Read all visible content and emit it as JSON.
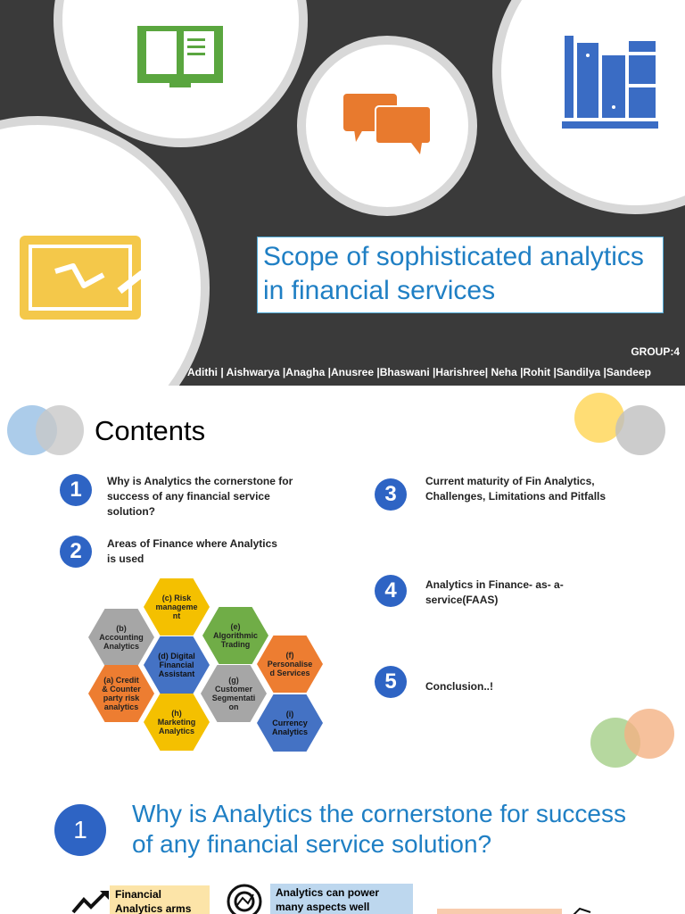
{
  "slide1": {
    "title": "Scope of sophisticated analytics in financial services",
    "group": "GROUP:4",
    "members": "Adithi | Aishwarya |Anagha |Anusree |Bhaswani |Harishree| Neha |Rohit |Sandilya |Sandeep",
    "icons": [
      "book-icon",
      "chat-bubbles-icon",
      "library-books-icon",
      "presentation-board-icon"
    ],
    "colors": {
      "background": "#3a3a3a",
      "title": "#1f7fc4",
      "book": "#5aa63f",
      "chat": "#e87a2e",
      "library": "#3a6cc4",
      "board": "#f4c84a"
    }
  },
  "slide2": {
    "title": "Contents",
    "items": [
      {
        "num": "1",
        "text": "Why is Analytics the cornerstone for success of any financial service solution?"
      },
      {
        "num": "2",
        "text": "Areas of Finance where Analytics is used"
      },
      {
        "num": "3",
        "text": "Current maturity of Fin Analytics, Challenges, Limitations and Pitfalls"
      },
      {
        "num": "4",
        "text": "Analytics in Finance- as- a-service(FAAS)"
      },
      {
        "num": "5",
        "text": "Conclusion..!"
      }
    ],
    "hexagons": [
      {
        "label": "(c) Risk manageme nt",
        "color": "#f4c000"
      },
      {
        "label": "(b) Accounting Analytics",
        "color": "#a6a6a6"
      },
      {
        "label": "(e) Algorithmic Trading",
        "color": "#70ad47"
      },
      {
        "label": "(d) Digital Financial Assistant",
        "color": "#4472c4"
      },
      {
        "label": "(f) Personalise d Services",
        "color": "#ed7d31"
      },
      {
        "label": "(a) Credit & Counter party risk analytics",
        "color": "#ed7d31"
      },
      {
        "label": "(g) Customer Segmentati on",
        "color": "#a6a6a6"
      },
      {
        "label": "(h) Marketing Analytics",
        "color": "#f4c000"
      },
      {
        "label": "(i) Currency Analytics",
        "color": "#4472c4"
      }
    ]
  },
  "slide3": {
    "num": "1",
    "title": "Why is Analytics the cornerstone for success of any     financial service solution?",
    "note1": "Financial Analytics arms",
    "note2": "Analytics can power many aspects well"
  }
}
